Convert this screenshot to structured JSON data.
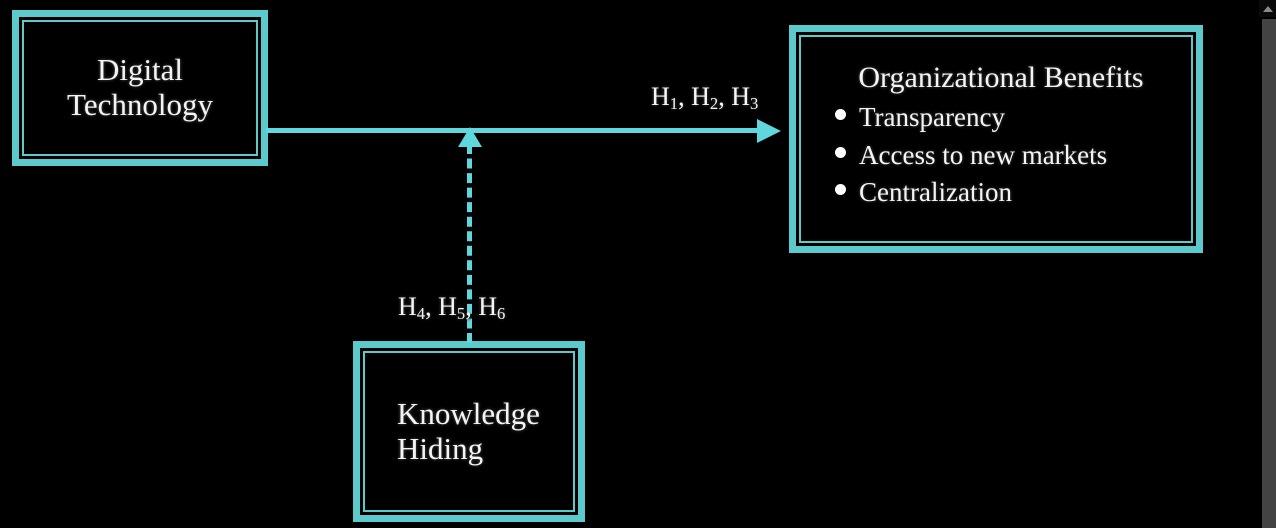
{
  "canvas": {
    "background_color": "#000000",
    "accent_color": "#5cc9cc",
    "arrow_color": "#5fd7dd",
    "text_color": "#f4f4f4"
  },
  "diagram": {
    "nodes": {
      "digital_technology": {
        "line1": "Digital",
        "line2": "Technology"
      },
      "knowledge_hiding": {
        "line1": "Knowledge",
        "line2": "Hiding"
      },
      "organizational_benefits": {
        "title": "Organizational Benefits",
        "items": [
          "Transparency",
          "Access to new markets",
          "Centralization"
        ]
      }
    },
    "labels": {
      "hypotheses_main": {
        "h1_base": "H",
        "h1_sub": "1",
        "h2_base": "H",
        "h2_sub": "2",
        "h3_base": "H",
        "h3_sub": "3",
        "separator": ", ",
        "full": "H1, H2, H3"
      },
      "hypotheses_moderator": {
        "h4_base": "H",
        "h4_sub": "4",
        "h5_base": "H",
        "h5_sub": "5",
        "h6_base": "H",
        "h6_sub": "6",
        "separator": ", ",
        "full": "H4, H5, H6"
      }
    },
    "edges": [
      {
        "name": "digital-technology-to-organizational-benefits",
        "style": "solid",
        "arrowhead": "right",
        "label": "H1, H2, H3"
      },
      {
        "name": "knowledge-hiding-moderation",
        "style": "dashed",
        "arrowhead": "up",
        "label": "H4, H5, H6"
      }
    ]
  },
  "scrollbar": {
    "up_arrow": "scroll-up-arrow",
    "track_color": "#000000",
    "thumb_color": "#434343"
  }
}
